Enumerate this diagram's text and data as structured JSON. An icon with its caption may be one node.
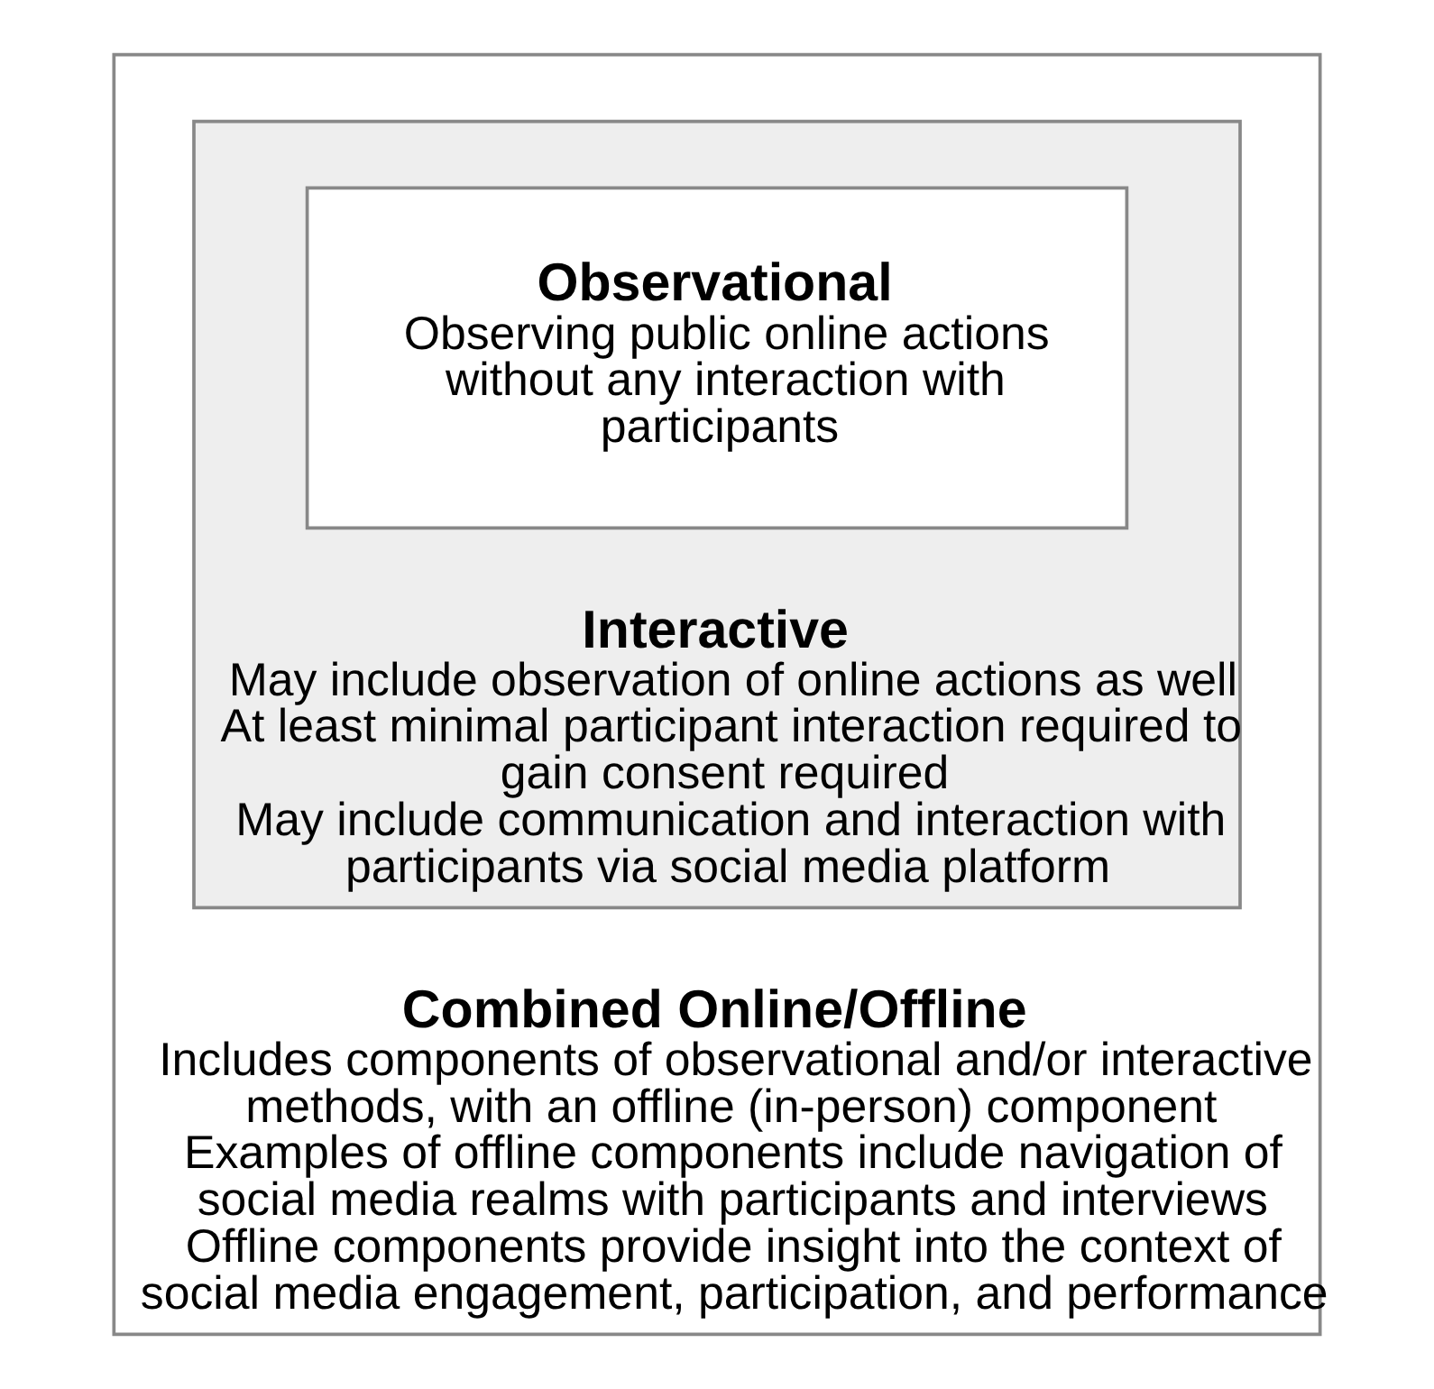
{
  "diagram": {
    "nodes": [
      {
        "text": [
          "Combined Online/Offline",
          "Includes components of observational and/or interactive methods, with an offline (in-person) component",
          "Examples of offline components include navigation of social media realms with participants and interviews",
          "Offline components provide insight into the context of social media engagement, participation, and performance"
        ]
      },
      {
        "text": [
          "Interactive",
          "May include observation of online actions as well",
          "At least minimal participant interaction required to gain consent required",
          "May include communication and interaction with participants via social media platform"
        ],
        "in": 0
      },
      {
        "text": [
          "Observational",
          "Observing public online actions without any interaction with participants"
        ],
        "in": 1
      }
    ],
    "edges": []
  }
}
